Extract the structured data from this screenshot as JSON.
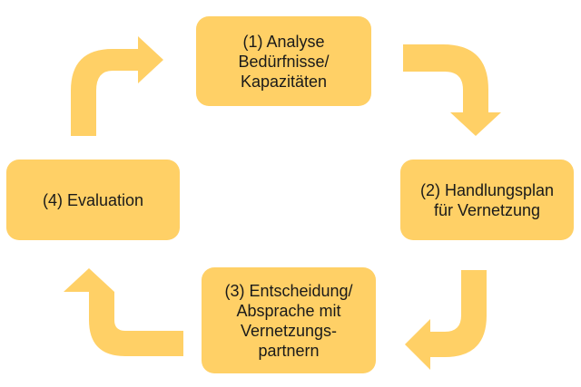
{
  "colors": {
    "box_fill": "#ffd066",
    "arrow_fill": "#ffd066",
    "text": "#1a1a1a",
    "background": "#ffffff"
  },
  "steps": [
    {
      "lines": [
        "(1) Analyse",
        "Bedürfnisse/",
        "Kapazitäten"
      ]
    },
    {
      "lines": [
        "(2) Handlungsplan",
        "für Vernetzung"
      ]
    },
    {
      "lines": [
        "(3) Entscheidung/",
        "Absprache mit",
        "Vernetzungs-",
        "partnern"
      ]
    },
    {
      "lines": [
        "(4) Evaluation"
      ]
    }
  ],
  "arrows": [
    {
      "name": "arrow-step1-to-step2-icon",
      "from": 1,
      "to": 2
    },
    {
      "name": "arrow-step2-to-step3-icon",
      "from": 2,
      "to": 3
    },
    {
      "name": "arrow-step3-to-step4-icon",
      "from": 3,
      "to": 4
    },
    {
      "name": "arrow-step4-to-step1-icon",
      "from": 4,
      "to": 1
    }
  ]
}
